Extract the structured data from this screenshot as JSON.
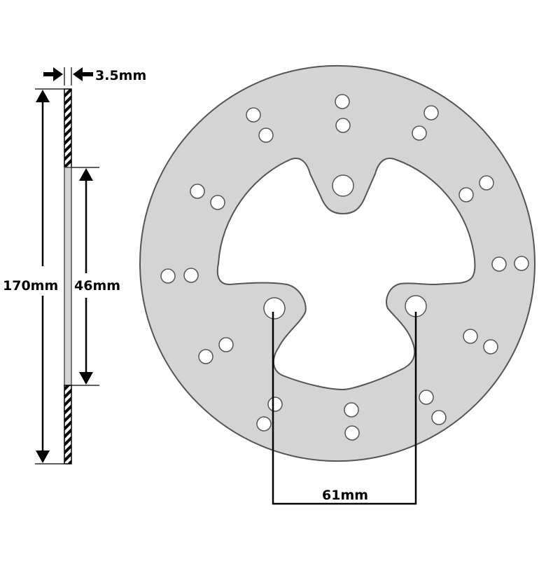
{
  "dimensions": {
    "thickness": "3.5mm",
    "outer_diameter": "170mm",
    "inner_diameter": "46mm",
    "bolt_spacing": "61mm"
  },
  "colors": {
    "disc_fill": "#d4d4d4",
    "outline": "#555555",
    "line": "#000000",
    "background": "#ffffff"
  }
}
